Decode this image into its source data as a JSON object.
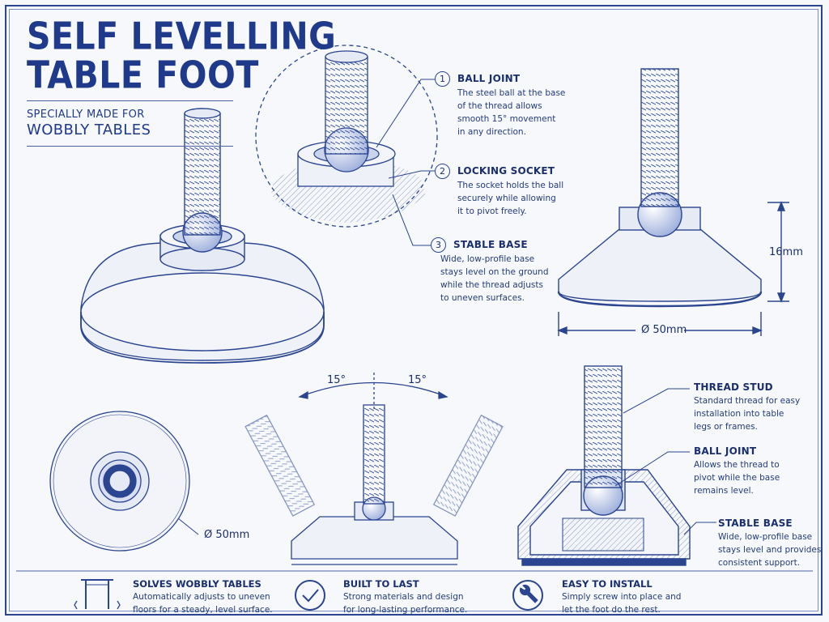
{
  "header": {
    "title_line1": "SELF LEVELLING",
    "title_line2": "TABLE FOOT",
    "subtitle_line1": "SPECIALLY MADE FOR",
    "subtitle_line2": "WOBBLY TABLES"
  },
  "callouts_top": [
    {
      "number": "1",
      "heading": "BALL JOINT",
      "lines": [
        "The steel ball at the base",
        "of the thread allows",
        "smooth 15° movement",
        "in any direction."
      ]
    },
    {
      "number": "2",
      "heading": "LOCKING SOCKET",
      "lines": [
        "The socket holds the ball",
        "securely while allowing",
        "it to pivot freely."
      ]
    },
    {
      "number": "3",
      "heading": "STABLE BASE",
      "lines": [
        "Wide, low-profile base",
        "stays level on the ground",
        "while the thread adjusts",
        "to uneven surfaces."
      ]
    }
  ],
  "dimensions": {
    "height": "16mm",
    "diameter_side": "Ø 50mm",
    "diameter_top": "Ø 50mm",
    "angle_left": "15°",
    "angle_right": "15°"
  },
  "callouts_section": [
    {
      "heading": "THREAD STUD",
      "lines": [
        "Standard thread for easy",
        "installation into table",
        "legs or frames."
      ]
    },
    {
      "heading": "BALL JOINT",
      "lines": [
        "Allows the thread to",
        "pivot while the base",
        "remains level."
      ]
    },
    {
      "heading": "STABLE BASE",
      "lines": [
        "Wide, low-profile base",
        "stays level and provides",
        "consistent support."
      ]
    }
  ],
  "footer": [
    {
      "icon": "table-icon",
      "heading": "SOLVES WOBBLY TABLES",
      "lines": [
        "Automatically adjusts to uneven",
        "floors for a steady, level surface."
      ]
    },
    {
      "icon": "checkmark-icon",
      "heading": "BUILT TO LAST",
      "lines": [
        "Strong materials and design",
        "for long-lasting performance."
      ]
    },
    {
      "icon": "wrench-icon",
      "heading": "EASY TO INSTALL",
      "lines": [
        "Simply screw into place and",
        "let the foot do the rest."
      ]
    }
  ],
  "colors": {
    "ink": "#1f3a8a",
    "paper": "#f7f8fb",
    "line": "#2b4590"
  }
}
